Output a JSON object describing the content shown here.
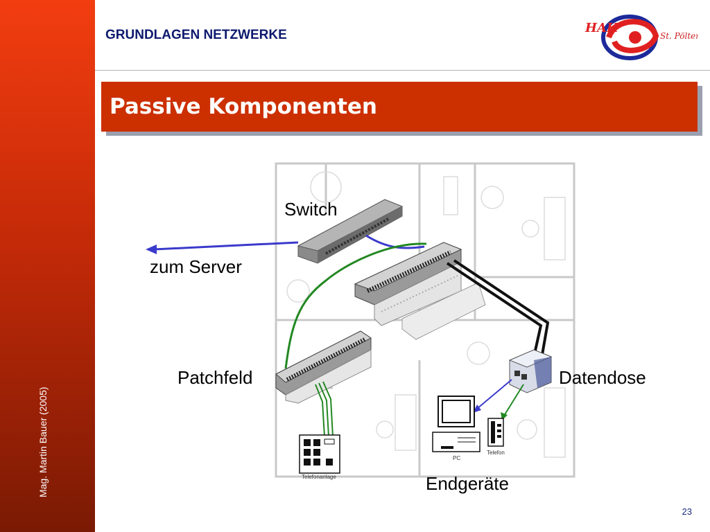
{
  "header": {
    "title": "GRUNDLAGEN NETZWERKE"
  },
  "logo": {
    "text_left": "HAK",
    "text_right": "St. Pölten"
  },
  "slide": {
    "title": "Passive Komponenten",
    "page_number": "23"
  },
  "sidebar": {
    "author": "Mag. Martin Bauer (2005)"
  },
  "diagram": {
    "labels": {
      "switch": "Switch",
      "server": "zum Server",
      "patchfeld": "Patchfeld",
      "datendose": "Datendose",
      "endgeraete": "Endgeräte"
    },
    "small_labels": {
      "pc": "PC",
      "telefon": "Telefon",
      "telefonanlage": "Telefonanlage"
    }
  },
  "colors": {
    "accent": "#cc3000",
    "header_text": "#0d1a6e",
    "cable_blue": "#3a3acc",
    "cable_green": "#228822"
  }
}
